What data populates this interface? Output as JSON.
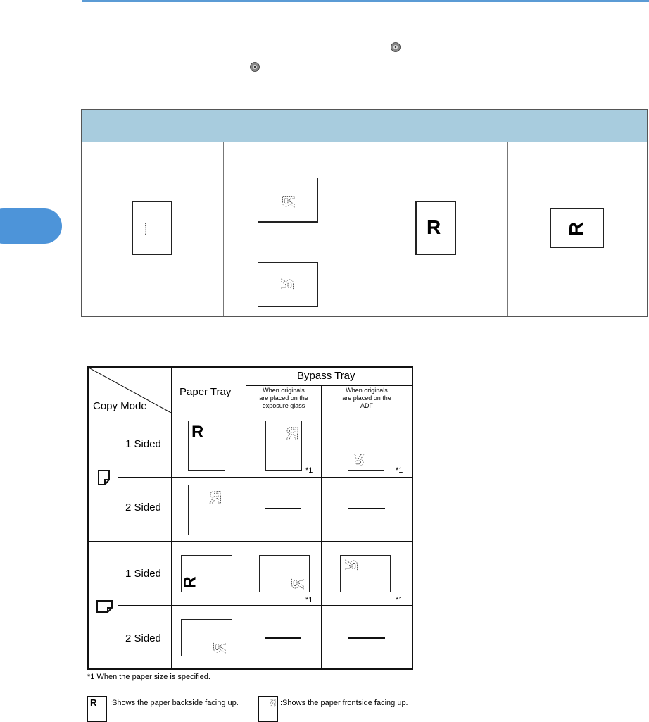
{
  "table2": {
    "header_bypass": "Bypass Tray",
    "header_paper_tray": "Paper Tray",
    "header_copy_mode": "Copy Mode",
    "col_exposure": [
      "When originals",
      "are placed on the",
      "exposure glass"
    ],
    "col_adf": [
      "When originals",
      "are placed on the",
      "ADF"
    ],
    "rows": [
      "1 Sided",
      "2 Sided",
      "1 Sided",
      "2 Sided"
    ],
    "footnote_mark": "*1",
    "paper_letter": "R"
  },
  "footnote": "*1 When the paper size is specified.",
  "legend": {
    "backside_symbol": "R",
    "backside_text": ":Shows the paper backside facing up.",
    "frontside_text": ":Shows the paper frontside facing up."
  },
  "table1": {
    "letter": "R"
  },
  "colors": {
    "header_fill": "#a8ccde",
    "tab": "#4d94d9",
    "rule": "#5b9bd5"
  }
}
